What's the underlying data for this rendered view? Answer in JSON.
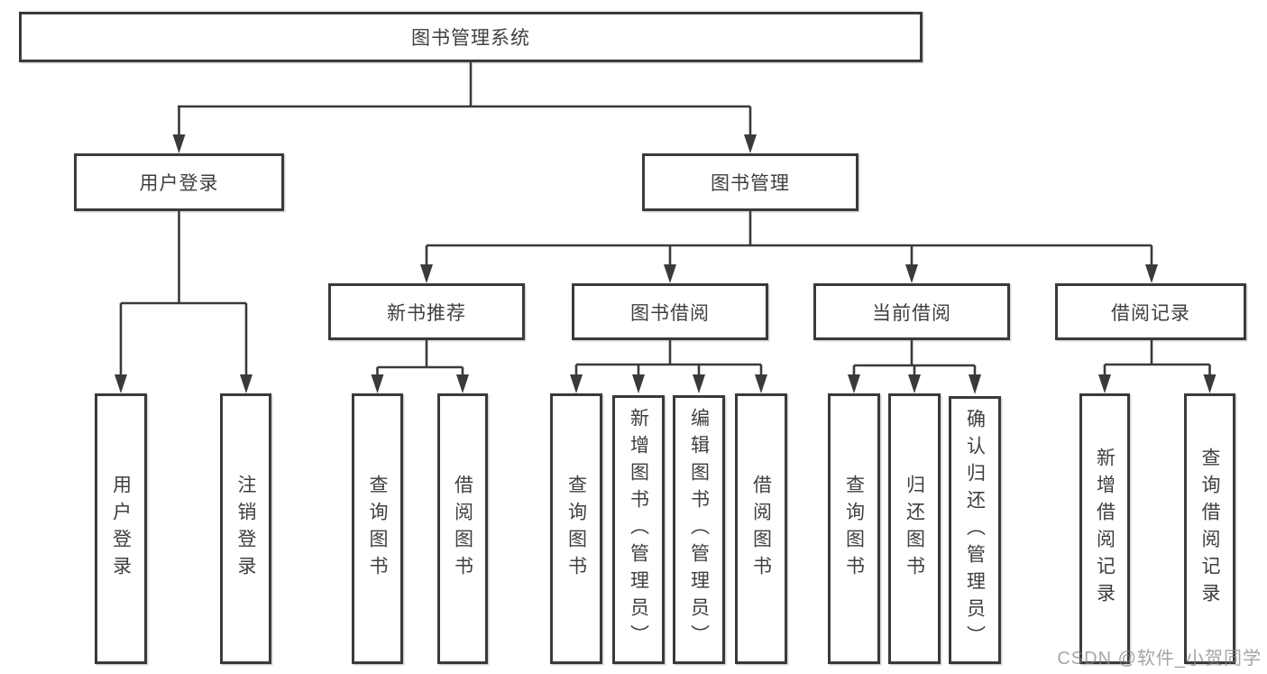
{
  "diagram": {
    "root": {
      "label": "图书管理系统"
    },
    "level2": {
      "user_login": "用户登录",
      "book_management": "图书管理"
    },
    "level3": {
      "new_book_recommend": "新书推荐",
      "book_borrowing": "图书借阅",
      "current_borrowing": "当前借阅",
      "borrowing_records": "借阅记录"
    },
    "leaves": {
      "login": "用户登录",
      "logout": "注销登录",
      "nb_query_books": "查询图书",
      "nb_borrow_books": "借阅图书",
      "bb_query_books": "查询图书",
      "bb_add_books_admin": "新增图书（管理员）",
      "bb_edit_books_admin": "编辑图书（管理员）",
      "bb_borrow_books": "借阅图书",
      "cb_query_books": "查询图书",
      "cb_return_books": "归还图书",
      "cb_confirm_return_admin": "确认归还（管理员）",
      "br_add_record": "新增借阅记录",
      "br_query_record": "查询借阅记录"
    }
  },
  "watermark": {
    "text": "CSDN @软件_小贺同学"
  },
  "colors": {
    "line": "#3a3a3a",
    "text": "#3d4043",
    "watermark": "#828282",
    "background": "#ffffff"
  }
}
